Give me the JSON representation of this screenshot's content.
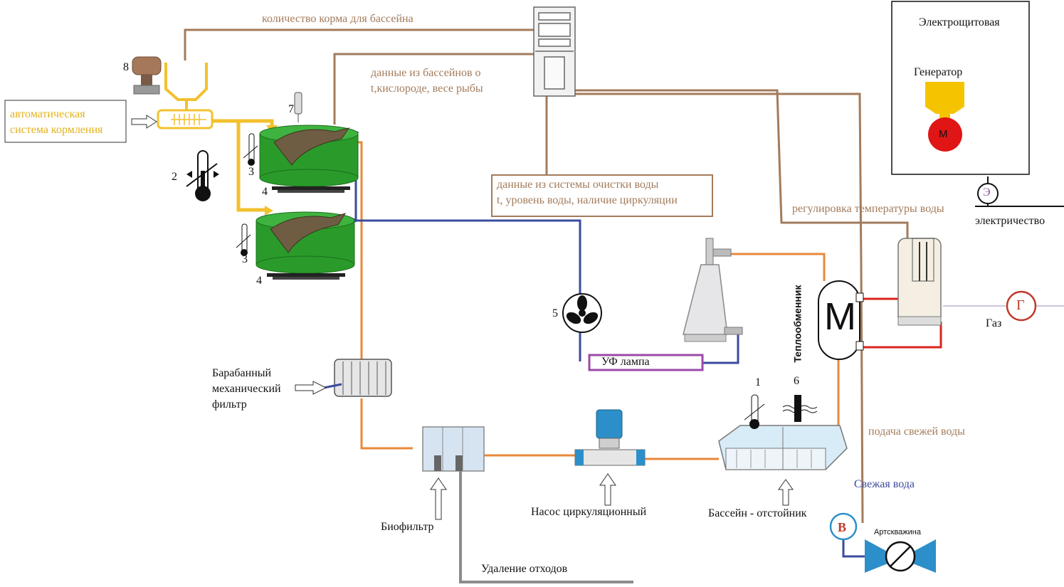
{
  "labels": {
    "feed_amount": "количество корма для бассейна",
    "pool_data_line1": "данные из бассейнов о",
    "pool_data_line2": "t,кислороде, весе рыбы",
    "water_data_line1": "данные из системы очистки воды",
    "water_data_line2": "t, уровень воды, наличие циркуляции",
    "auto_feed_line1": "автоматическая",
    "auto_feed_line2": "система кормления",
    "electro_room": "Электрощитовая",
    "generator": "Генератор",
    "motor": "М",
    "temp_regulation": "регулировка температуры воды",
    "electricity": "электричество",
    "electric_meter": "Э",
    "gas": "Газ",
    "gas_meter": "Г",
    "heat_exchanger": "Теплообменник",
    "heat_exchanger_symbol": "M",
    "uv_lamp": "УФ лампа",
    "drum_filter_line1": "Барабанный",
    "drum_filter_line2": "механический",
    "drum_filter_line3": "фильтр",
    "biofilter": "Биофильтр",
    "pump": "Насос циркуляционный",
    "settling_pool": "Бассейн - отстойник",
    "fresh_supply": "подача свежей воды",
    "fresh_water": "Свежая вода",
    "water_meter": "В",
    "artesian_well": "Артскважина",
    "waste_removal": "Удаление отходов"
  },
  "numbers": {
    "n1": "1",
    "n2": "2",
    "n3a": "3",
    "n3b": "3",
    "n4a": "4",
    "n4b": "4",
    "n5": "5",
    "n6": "6",
    "n7": "7",
    "n8": "8"
  },
  "colors": {
    "data_line": "#a37b5b",
    "feed_line": "#f2c12e",
    "water_out": "#e8883a",
    "water_return": "#3a4b9e",
    "heating": "#d9251d",
    "uv_box": "#9b4aa8",
    "waste": "#8c8c8c",
    "gas": "#c8c8dc",
    "tank_green": "#2a9b2a",
    "generator_yellow": "#f5c400",
    "generator_red": "#e01515"
  }
}
